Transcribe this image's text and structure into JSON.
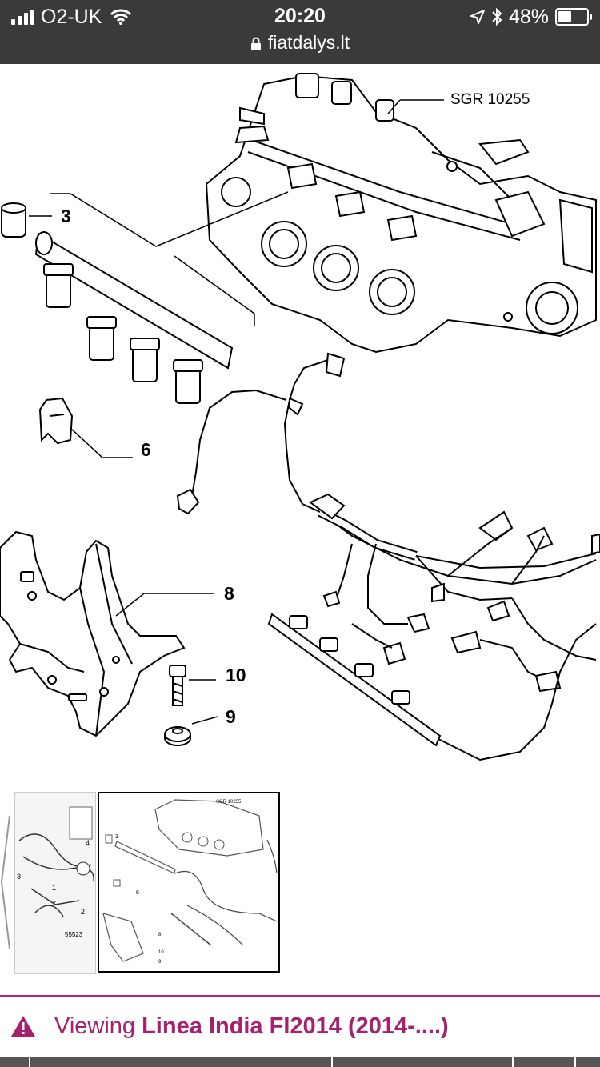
{
  "status": {
    "carrier": "O2-UK",
    "time": "20:20",
    "battery": "48%",
    "battery_level": 0.48,
    "icons": [
      "signal-icon",
      "wifi-icon",
      "location-icon",
      "bluetooth-icon",
      "battery-icon"
    ]
  },
  "browser": {
    "url": "fiatdalys.lt"
  },
  "diagram": {
    "reference": "SGR 10255",
    "callouts": [
      "3",
      "6",
      "8",
      "10",
      "9"
    ]
  },
  "thumbnails": {
    "left": {
      "labels": [
        "4",
        "3",
        "1",
        "7",
        "2",
        "55523"
      ]
    },
    "selected": {
      "reference": "SGR 10255",
      "labels": [
        "3",
        "6",
        "8",
        "10",
        "9"
      ]
    }
  },
  "viewing": {
    "prefix": "Viewing ",
    "model": "Linea India FI2014 (2014-....)",
    "accent": "#a5206e"
  }
}
